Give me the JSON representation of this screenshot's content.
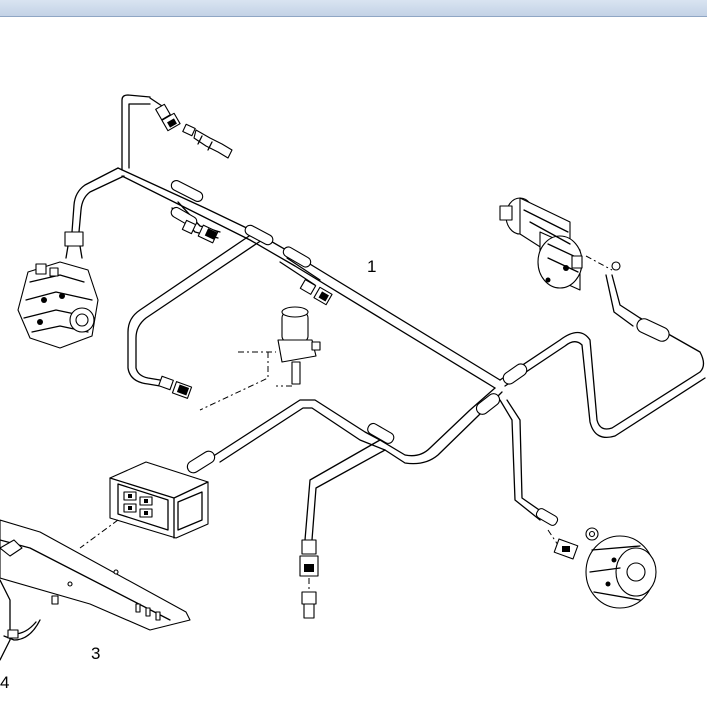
{
  "callouts": {
    "harness": "1",
    "bracket": "3",
    "item4": "4"
  }
}
